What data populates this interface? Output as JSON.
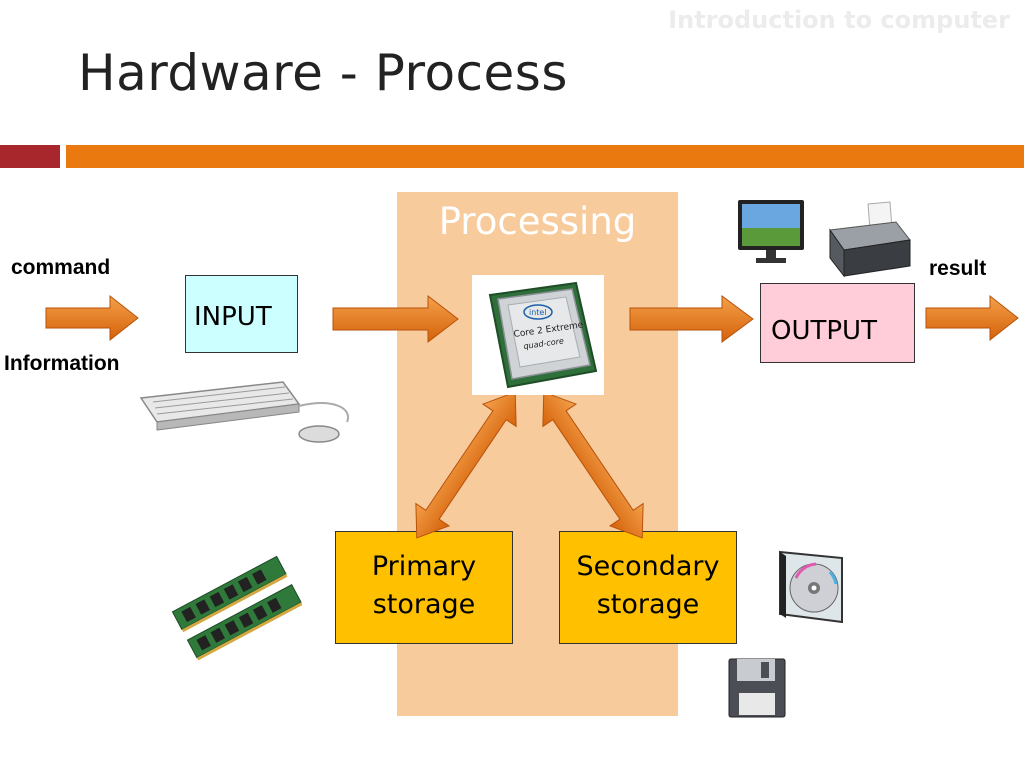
{
  "header": {
    "course": "Introduction to computer",
    "title": "Hardware - Process"
  },
  "diagram": {
    "processing_label": "Processing",
    "left_labels": {
      "command": "command",
      "information": "Information"
    },
    "right_label": "result",
    "input_box": "INPUT",
    "output_box": "OUTPUT",
    "primary_storage": {
      "line1": "Primary",
      "line2": "storage"
    },
    "secondary_storage": {
      "line1": "Secondary",
      "line2": "storage"
    },
    "cpu_chip": {
      "brand": "intel",
      "line1": "Core 2 Extreme",
      "line2": "quad-core"
    }
  },
  "colors": {
    "arrow_orange": "#e8760e",
    "accent_red": "#a8272d",
    "accent_orange": "#ea7a10",
    "processing_bg": "#f8cb9d",
    "input_bg": "#ccffff",
    "output_bg": "#ffccd9",
    "storage_bg": "#ffc000"
  },
  "icons": [
    "keyboard-icon",
    "mouse-icon",
    "monitor-icon",
    "printer-icon",
    "cpu-chip-icon",
    "ram-module-icon",
    "cd-case-icon",
    "floppy-disk-icon"
  ]
}
